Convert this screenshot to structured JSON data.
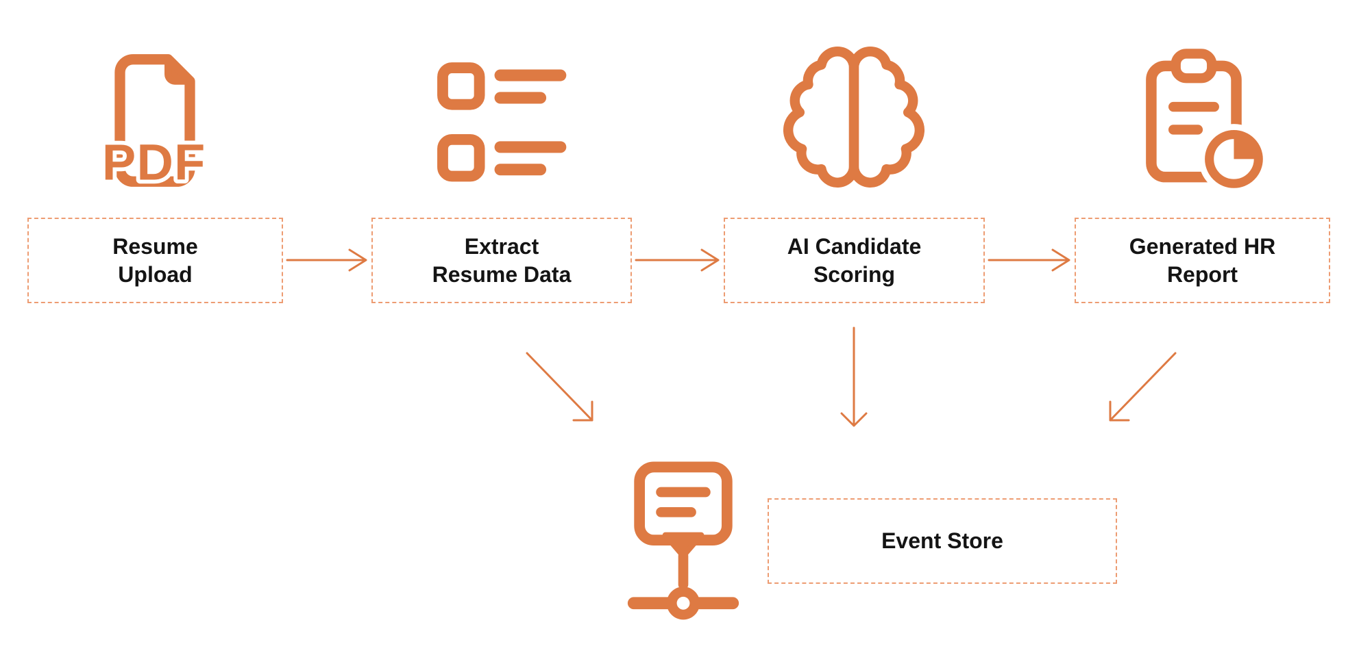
{
  "colors": {
    "accent": "#DE7A43",
    "box_border": "#ED9C72",
    "text": "#141414",
    "background": "#FFFFFF"
  },
  "pdf_icon_text": "PDF",
  "nodes": [
    {
      "id": "resume-upload",
      "icon": "pdf-file-icon",
      "label": "Resume Upload",
      "line1": "Resume",
      "line2": "Upload"
    },
    {
      "id": "extract-resume-data",
      "icon": "list-icon",
      "label": "Extract Resume Data",
      "line1": "Extract",
      "line2": "Resume Data"
    },
    {
      "id": "ai-candidate-scoring",
      "icon": "brain-icon",
      "label": "AI Candidate Scoring",
      "line1": "AI Candidate",
      "line2": "Scoring"
    },
    {
      "id": "generated-hr-report",
      "icon": "clipboard-chart-icon",
      "label": "Generated HR Report",
      "line1": "Generated HR",
      "line2": "Report"
    }
  ],
  "event_store": {
    "id": "event-store",
    "icon": "message-network-icon",
    "label": "Event Store"
  },
  "edges": [
    {
      "from": "resume-upload",
      "to": "extract-resume-data",
      "style": "arrow-right"
    },
    {
      "from": "extract-resume-data",
      "to": "ai-candidate-scoring",
      "style": "arrow-right"
    },
    {
      "from": "ai-candidate-scoring",
      "to": "generated-hr-report",
      "style": "arrow-right"
    },
    {
      "from": "extract-resume-data",
      "to": "event-store",
      "style": "arrow-diagonal-down-right"
    },
    {
      "from": "ai-candidate-scoring",
      "to": "event-store",
      "style": "arrow-down"
    },
    {
      "from": "generated-hr-report",
      "to": "event-store",
      "style": "arrow-diagonal-down-left"
    }
  ]
}
